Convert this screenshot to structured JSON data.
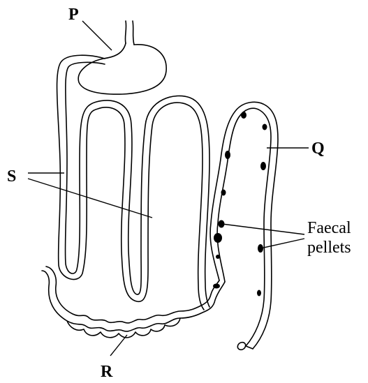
{
  "labels": {
    "P": "P",
    "Q": "Q",
    "R": "R",
    "S": "S",
    "pellets_line1": "Faecal",
    "pellets_line2": "pellets"
  }
}
